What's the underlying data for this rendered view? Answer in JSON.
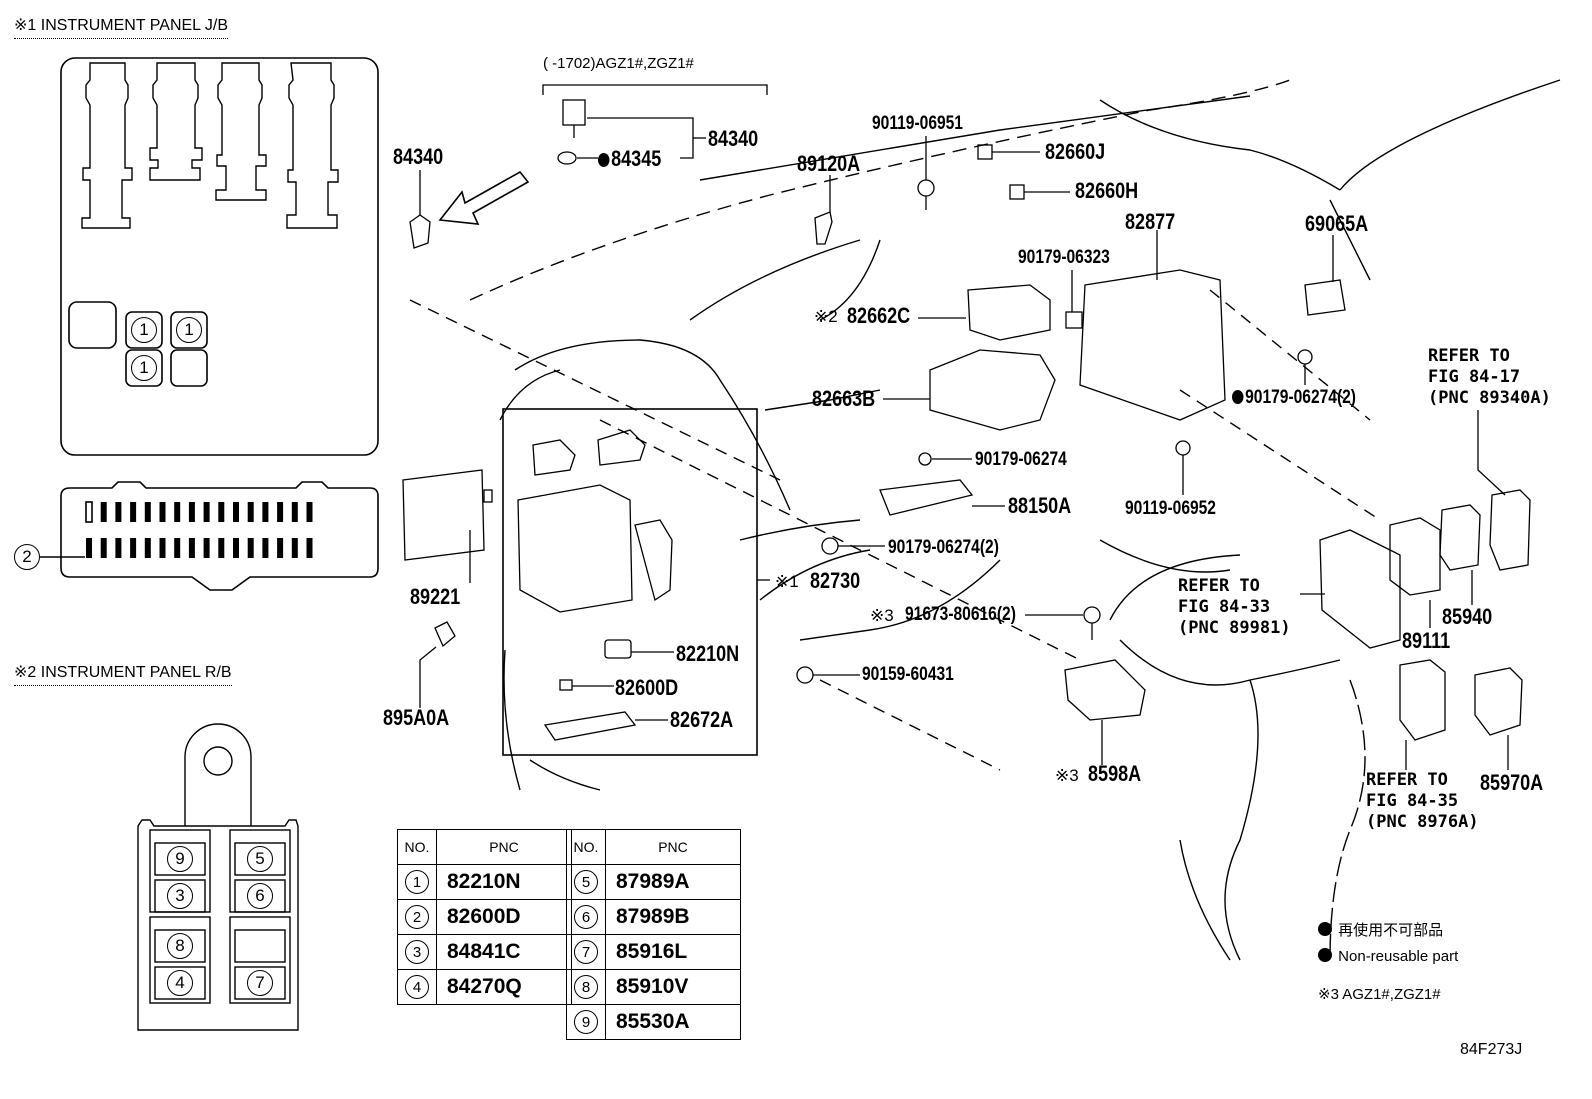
{
  "figure_id": "84F273J",
  "insets": {
    "jb": {
      "title": "※1 INSTRUMENT PANEL J/B",
      "relay_slots": [
        "1",
        "1",
        "1"
      ],
      "connector_ref": "2"
    },
    "rb": {
      "title": "※2 INSTRUMENT PANEL R/B",
      "slots": [
        "9",
        "5",
        "3",
        "6",
        "8",
        "",
        "4",
        "7"
      ]
    }
  },
  "variant_note": "(      -1702)AGZ1#,ZGZ1#",
  "callouts": {
    "p84340_group": "84340",
    "p84345": "84345",
    "p84340": "84340",
    "p89120A": "89120A",
    "p90119_06951": "90119-06951",
    "p82660J": "82660J",
    "p82660H": "82660H",
    "p82877": "82877",
    "p69065A": "69065A",
    "p90179_06323": "90179-06323",
    "p82662C_mark": "※2",
    "p82662C": "82662C",
    "p82663B": "82663B",
    "p90179_06274_2a": "90179-06274(2)",
    "p90179_06274": "90179-06274",
    "p88150A": "88150A",
    "p90119_06952": "90119-06952",
    "p89221": "89221",
    "p90179_06274_2b": "90179-06274(2)",
    "p82730_mark": "※1",
    "p82730": "82730",
    "p91673_mark": "※3",
    "p91673_80616": "91673-80616(2)",
    "p90159_60431": "90159-60431",
    "p82210N": "82210N",
    "p82600D": "82600D",
    "p82672A": "82672A",
    "p895A0A": "895A0A",
    "p8598A_mark": "※3",
    "p8598A": "8598A",
    "p89111": "89111",
    "p85940": "85940",
    "p85970A": "85970A"
  },
  "refer_notes": {
    "fig84_17": "REFER TO\nFIG 84-17\n(PNC 89340A)",
    "fig84_33": "REFER TO\nFIG 84-33\n(PNC 89981)",
    "fig84_35": "REFER TO\nFIG 84-35\n(PNC 8976A)"
  },
  "pnc_table": {
    "header_no": "NO.",
    "header_pnc": "PNC",
    "left": [
      {
        "no": "1",
        "pnc": "82210N"
      },
      {
        "no": "2",
        "pnc": "82600D"
      },
      {
        "no": "3",
        "pnc": "84841C"
      },
      {
        "no": "4",
        "pnc": "84270Q"
      }
    ],
    "right": [
      {
        "no": "5",
        "pnc": "87989A"
      },
      {
        "no": "6",
        "pnc": "87989B"
      },
      {
        "no": "7",
        "pnc": "85916L"
      },
      {
        "no": "8",
        "pnc": "85910V"
      },
      {
        "no": "9",
        "pnc": "85530A"
      }
    ]
  },
  "legend": {
    "non_reusable_jp": "再使用不可部品",
    "non_reusable_en": "Non-reusable part",
    "note3": "※3 AGZ1#,ZGZ1#"
  }
}
